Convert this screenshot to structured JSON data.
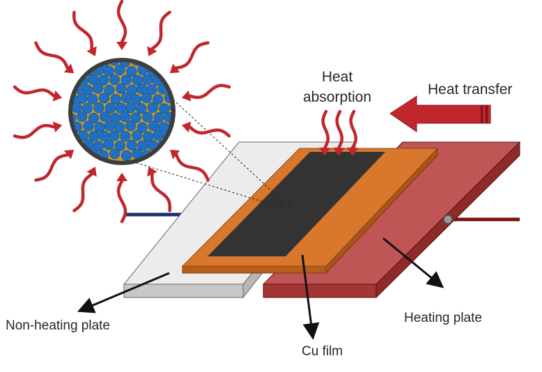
{
  "labels": {
    "heat_absorption_line1": "Heat",
    "heat_absorption_line2": "absorption",
    "heat_transfer": "Heat transfer",
    "non_heating_plate": "Non-heating plate",
    "heating_plate": "Heating plate",
    "cu_film": "Cu film"
  },
  "colors": {
    "heat_arrow": "#c0272d",
    "heating_plate_top": "#c05555",
    "heating_plate_side": "#a33535",
    "non_heating_top": "#ececec",
    "non_heating_side": "#c8c8c8",
    "cu_film": "#d9772c",
    "coating": "#333333",
    "particle": "#1f6fc2",
    "particle_matrix": "#c79a2a",
    "wire_left": "#1a2f6b",
    "wire_right": "#7a1010"
  },
  "icons": {
    "wavy_arrow": "wavy-heat-arrow-icon",
    "block_arrow": "block-arrow-left-icon"
  }
}
